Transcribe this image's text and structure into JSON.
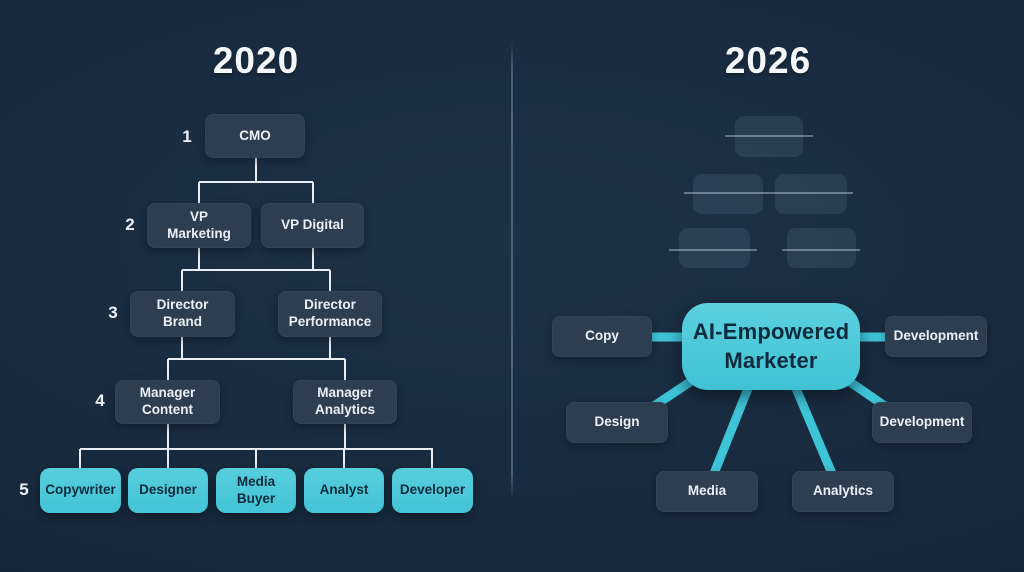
{
  "left_panel": {
    "title": "2020",
    "levels": [
      {
        "number": "1",
        "nodes": [
          {
            "label": "CMO"
          }
        ]
      },
      {
        "number": "2",
        "nodes": [
          {
            "label": "VP\nMarketing"
          },
          {
            "label": "VP Digital"
          }
        ]
      },
      {
        "number": "3",
        "nodes": [
          {
            "label": "Director\nBrand"
          },
          {
            "label": "Director\nPerformance"
          }
        ]
      },
      {
        "number": "4",
        "nodes": [
          {
            "label": "Manager\nContent"
          },
          {
            "label": "Manager\nAnalytics"
          }
        ]
      },
      {
        "number": "5",
        "nodes": [
          {
            "label": "Copywriter"
          },
          {
            "label": "Designer"
          },
          {
            "label": "Media\nBuyer"
          },
          {
            "label": "Analyst"
          },
          {
            "label": "Developer"
          }
        ]
      }
    ]
  },
  "right_panel": {
    "title": "2026",
    "hub": {
      "label": "AI-Empowered\nMarketer"
    },
    "satellites": {
      "left_top": {
        "label": "Copy"
      },
      "right_top": {
        "label": "Development"
      },
      "left_mid": {
        "label": "Design"
      },
      "right_mid": {
        "label": "Development"
      },
      "bottom_left": {
        "label": "Media"
      },
      "bottom_right": {
        "label": "Analytics"
      }
    }
  },
  "colors": {
    "background": "#17293c",
    "node_dark": "#2d3e50",
    "accent_cyan": "#4cc8da",
    "connector_white": "#e9eef4",
    "text_light": "#eef3f7",
    "text_dark": "#0e2b3d"
  }
}
